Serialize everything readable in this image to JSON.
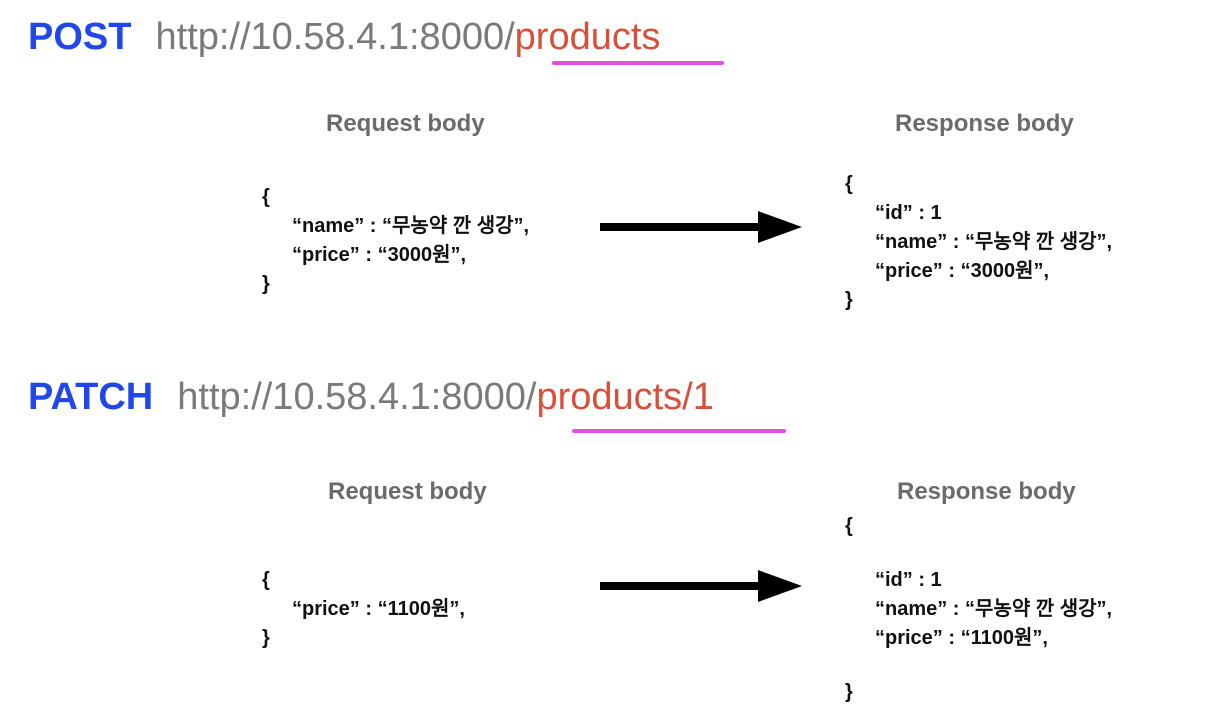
{
  "post": {
    "method": "POST",
    "base_url": "http://10.58.4.1:8000/",
    "path": "products",
    "request": {
      "label": "Request body",
      "open": "{",
      "lines": [
        "“name” : “무농약 깐 생강”,",
        "“price” : “3000원”,"
      ],
      "close": "}"
    },
    "response": {
      "label": "Response body",
      "open": "{",
      "lines": [
        "“id” : 1",
        "“name” : “무농약 깐 생강”,",
        "“price” : “3000원”,"
      ],
      "close": "}"
    }
  },
  "patch": {
    "method": "PATCH",
    "base_url": "http://10.58.4.1:8000/",
    "path": "products/1",
    "request": {
      "label": "Request body",
      "open": "{",
      "lines": [
        "“price” : “1100원”,"
      ],
      "close": "}"
    },
    "response": {
      "label": "Response body",
      "open": "{",
      "lines": [
        "“id” : 1",
        "“name” : “무농약 깐 생강”,",
        "“price” : “1100원”,"
      ],
      "close": "}"
    }
  },
  "colors": {
    "method": "#2247e8",
    "base_url": "#7a7a7a",
    "path": "#d94f38",
    "underline": "#e74ce8",
    "label": "#6b6b6b"
  }
}
